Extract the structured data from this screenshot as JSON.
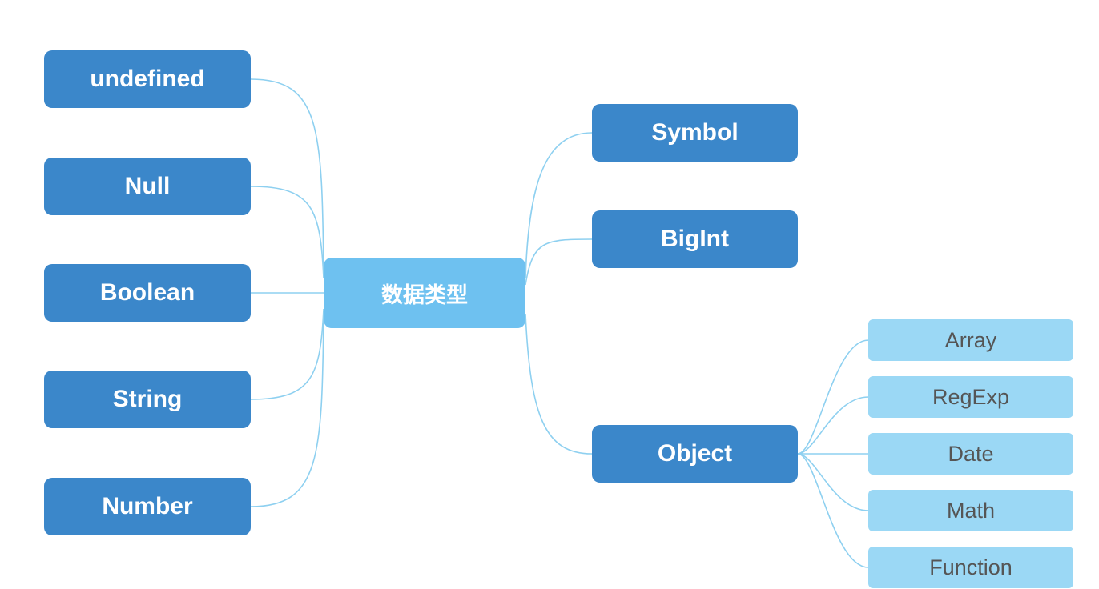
{
  "diagram": {
    "title_node": {
      "label": "数据类型"
    },
    "left_branch": [
      {
        "label": "undefined"
      },
      {
        "label": "Null"
      },
      {
        "label": "Boolean"
      },
      {
        "label": "String"
      },
      {
        "label": "Number"
      }
    ],
    "right_branch": [
      {
        "label": "Symbol"
      },
      {
        "label": "BigInt"
      },
      {
        "label": "Object"
      }
    ],
    "object_children": [
      {
        "label": "Array"
      },
      {
        "label": "RegExp"
      },
      {
        "label": "Date"
      },
      {
        "label": "Math"
      },
      {
        "label": "Function"
      }
    ],
    "colors": {
      "primary_node": "#3b87ca",
      "root_node": "#6ec1f0",
      "leaf_node": "#9bd8f5",
      "edge": "#8ed0f0",
      "primary_text": "#ffffff",
      "leaf_text": "#555555",
      "background": "#ffffff"
    }
  }
}
